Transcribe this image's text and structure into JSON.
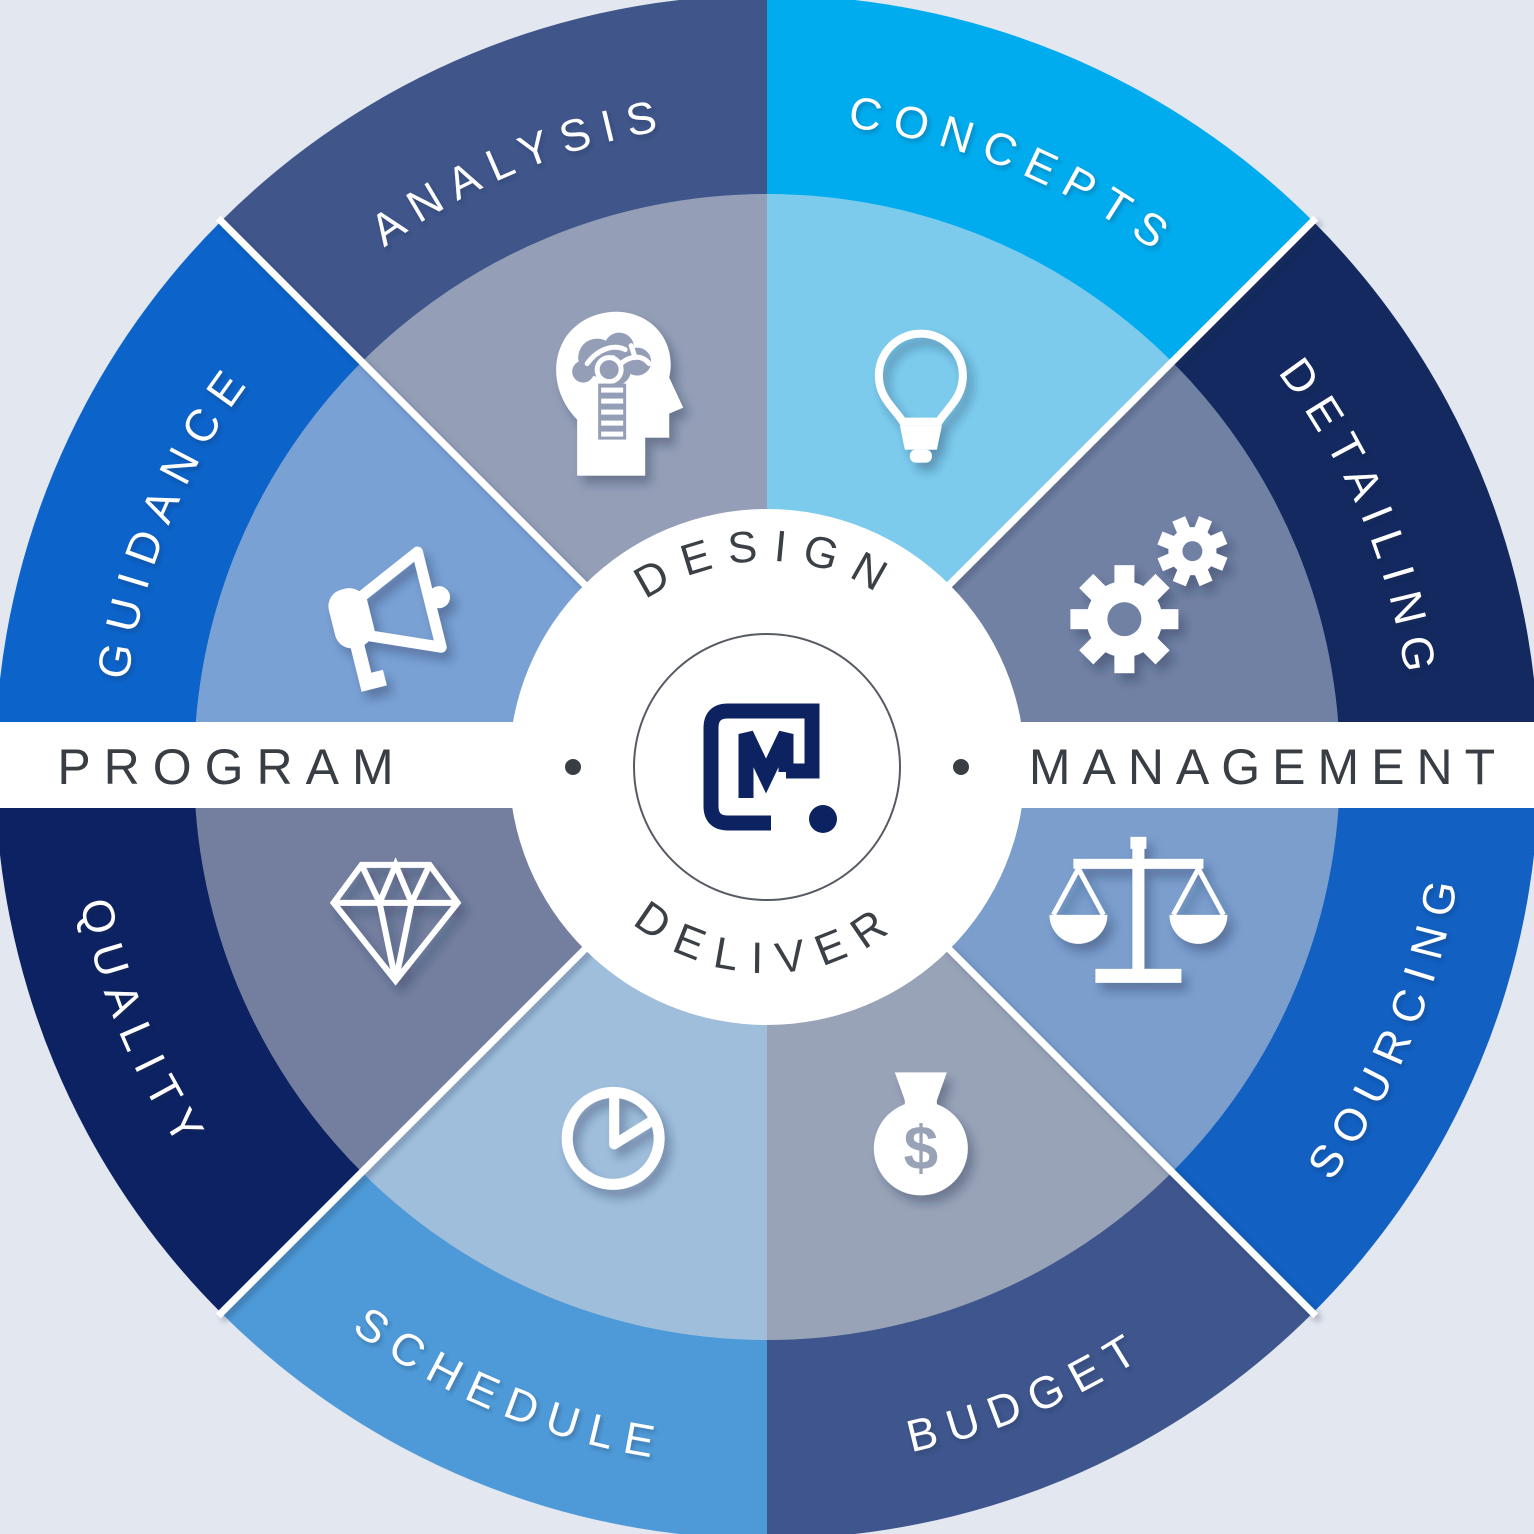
{
  "background": "#E3E7EF",
  "band": {
    "left_label": "PROGRAM",
    "right_label": "MANAGEMENT",
    "fill": "#FFFFFF",
    "text_color": "#393E45"
  },
  "center": {
    "top_label": "DESIGN",
    "bottom_label": "DELIVER",
    "text_color": "#3B4046",
    "logo": {
      "name": "M-monogram-logo",
      "color": "#0D2361"
    }
  },
  "segments": [
    {
      "id": "concepts",
      "label": "CONCEPTS",
      "ring_color": "#00ACEE",
      "wedge_color": "#7CCBED",
      "icon": "lightbulb-icon",
      "angle": -67.5
    },
    {
      "id": "detailing",
      "label": "DETAILING",
      "ring_color": "#13295F",
      "wedge_color": "#7181A4",
      "icon": "gears-icon",
      "angle": -22.5
    },
    {
      "id": "sourcing",
      "label": "SOURCING",
      "ring_color": "#1160C2",
      "wedge_color": "#7B9ECD",
      "icon": "scales-icon",
      "angle": 22.5
    },
    {
      "id": "budget",
      "label": "BUDGET",
      "ring_color": "#3E568D",
      "wedge_color": "#99A3B8",
      "icon": "money-bag-icon",
      "icon_text": "$",
      "angle": 67.5
    },
    {
      "id": "schedule",
      "label": "SCHEDULE",
      "ring_color": "#4E9AD8",
      "wedge_color": "#9FBEDC",
      "icon": "clock-icon",
      "angle": 112.5
    },
    {
      "id": "quality",
      "label": "QUALITY",
      "ring_color": "#0C2262",
      "wedge_color": "#747F9F",
      "icon": "diamond-icon",
      "angle": 157.5
    },
    {
      "id": "guidance",
      "label": "GUIDANCE",
      "ring_color": "#0C63C9",
      "wedge_color": "#7AA1D4",
      "icon": "megaphone-icon",
      "angle": -157.5
    },
    {
      "id": "analysis",
      "label": "ANALYSIS",
      "ring_color": "#40568B",
      "wedge_color": "#949FB7",
      "icon": "head-brain-icon",
      "angle": -112.5
    }
  ]
}
